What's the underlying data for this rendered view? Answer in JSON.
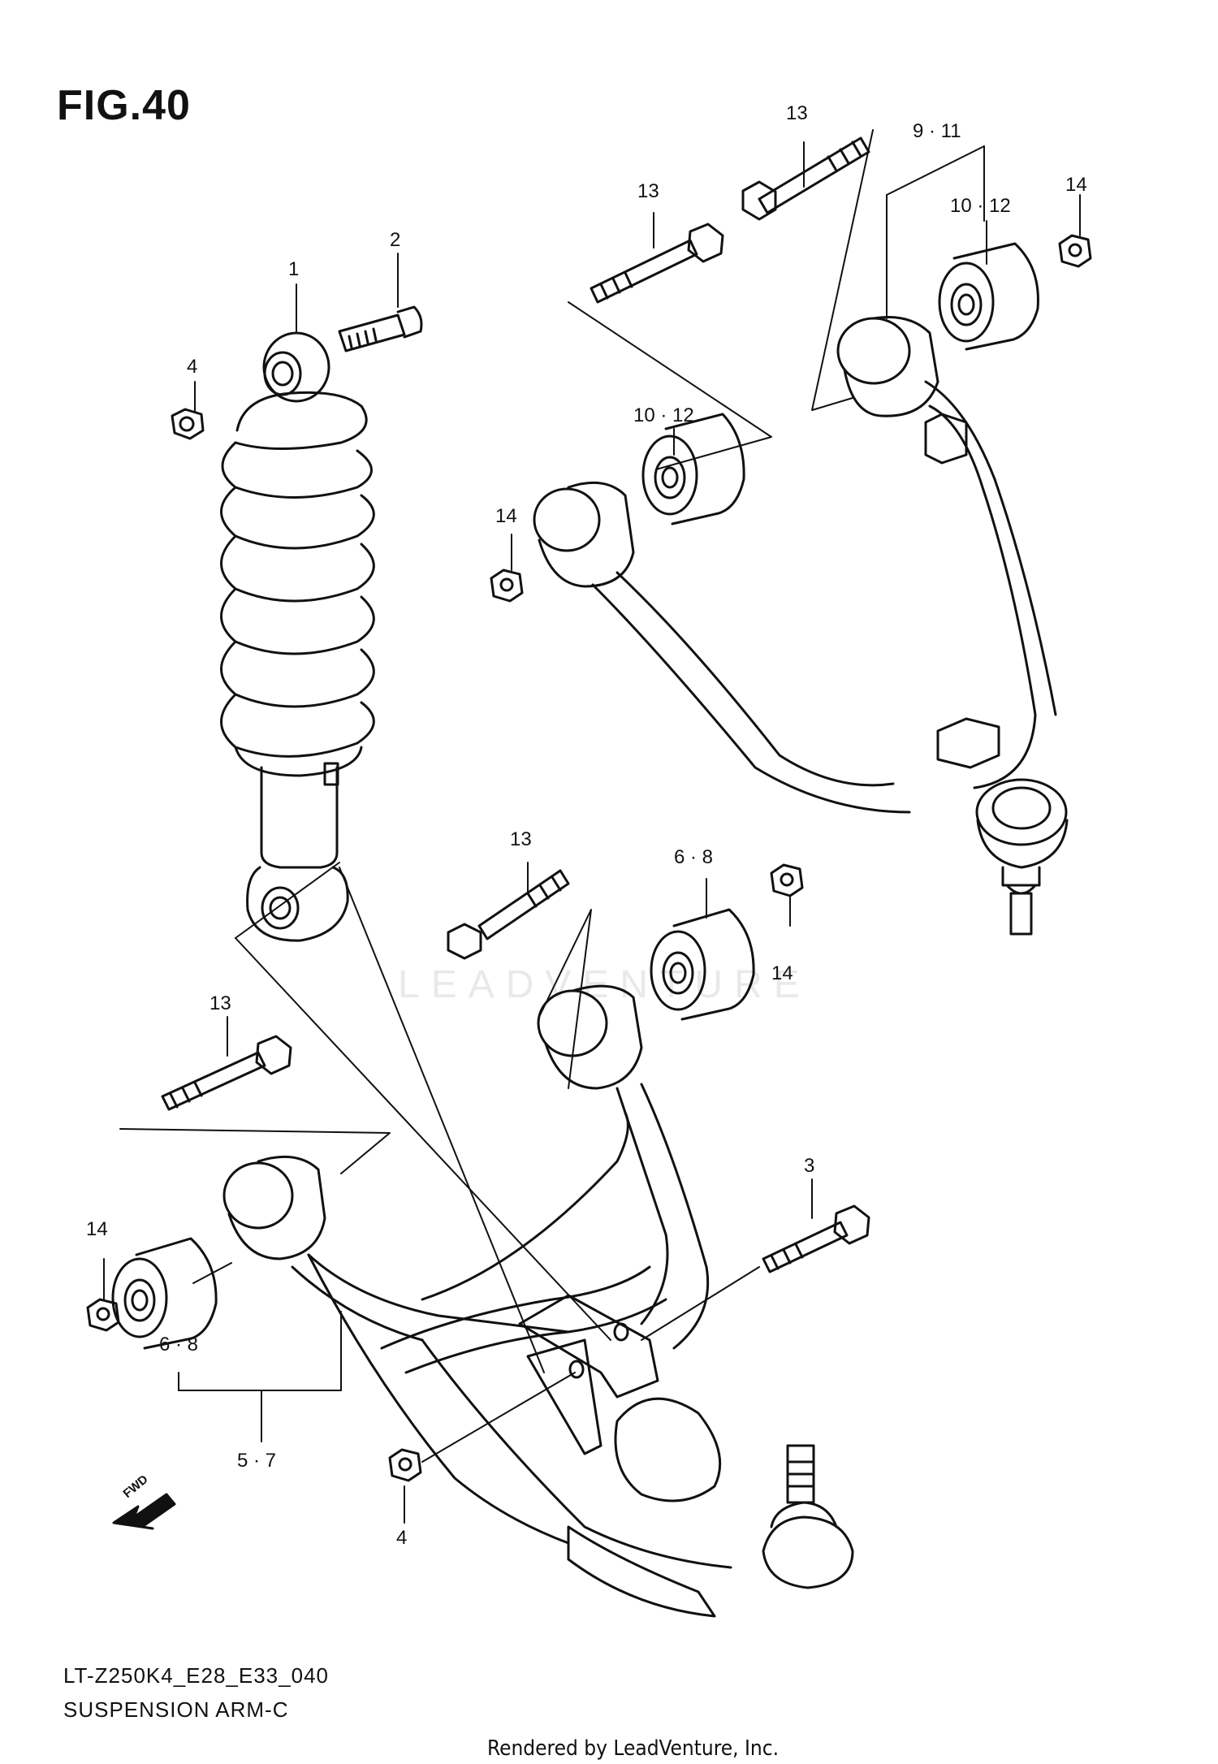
{
  "figure": {
    "title": "FIG.40"
  },
  "callouts": [
    {
      "id": "c1",
      "text": "1"
    },
    {
      "id": "c2",
      "text": "2"
    },
    {
      "id": "c4a",
      "text": "4"
    },
    {
      "id": "c13a",
      "text": "13"
    },
    {
      "id": "c13b",
      "text": "13"
    },
    {
      "id": "c911",
      "text": "9 · 11"
    },
    {
      "id": "c1012a",
      "text": "10 · 12"
    },
    {
      "id": "c14a",
      "text": "14"
    },
    {
      "id": "c1012b",
      "text": "10 · 12"
    },
    {
      "id": "c14b",
      "text": "14"
    },
    {
      "id": "c13c",
      "text": "13"
    },
    {
      "id": "c68a",
      "text": "6 · 8"
    },
    {
      "id": "c14c",
      "text": "14"
    },
    {
      "id": "c13d",
      "text": "13"
    },
    {
      "id": "c3",
      "text": "3"
    },
    {
      "id": "c14d",
      "text": "14"
    },
    {
      "id": "c68b",
      "text": "6 · 8"
    },
    {
      "id": "c57",
      "text": "5 · 7"
    },
    {
      "id": "c4b",
      "text": "4"
    }
  ],
  "fwd_marker": "FWD",
  "watermark": "LEADVENTURE",
  "footer": {
    "model_code": "LT-Z250K4_E28_E33_040",
    "section_title": "SUSPENSION ARM-C",
    "rendered_by": "Rendered by LeadVenture, Inc."
  }
}
